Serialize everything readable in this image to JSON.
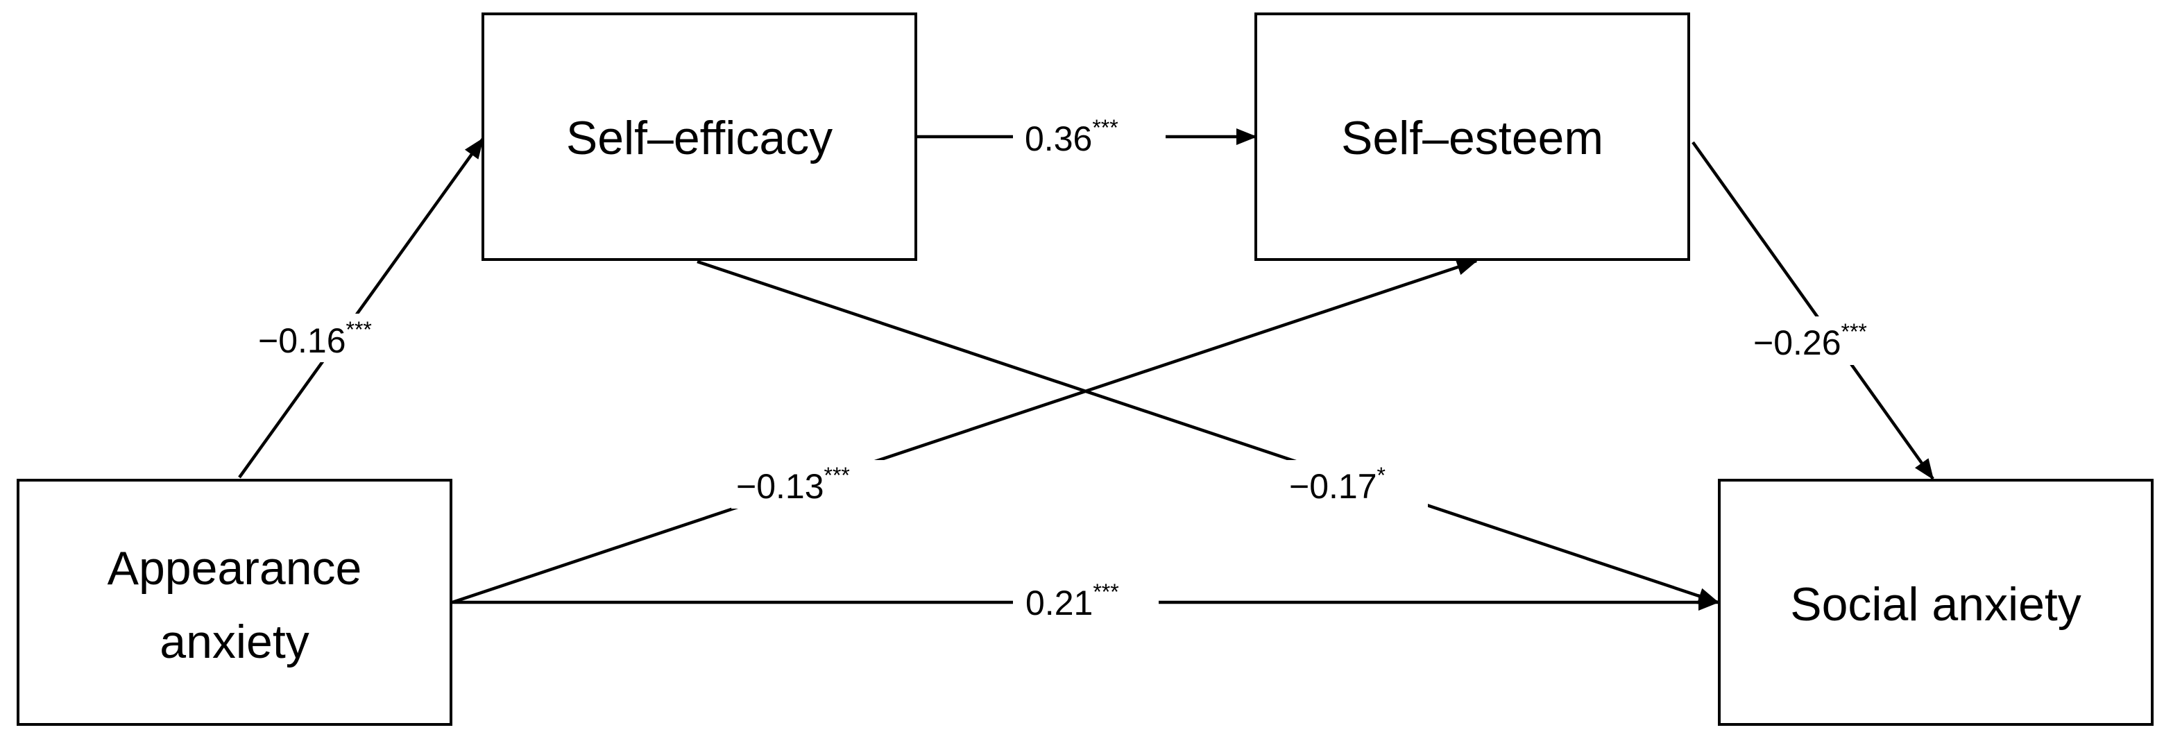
{
  "nodes": {
    "appearance_anxiety": {
      "lines": [
        "Appearance",
        "anxiety"
      ]
    },
    "self_efficacy": {
      "label": "Self–efficacy"
    },
    "self_esteem": {
      "label": "Self–esteem"
    },
    "social_anxiety": {
      "label": "Social anxiety"
    }
  },
  "paths": {
    "appearance_to_efficacy": {
      "coef": "−0.16",
      "sig": "***"
    },
    "efficacy_to_esteem": {
      "coef": "0.36",
      "sig": "***"
    },
    "esteem_to_social": {
      "coef": "−0.26",
      "sig": "***"
    },
    "appearance_to_esteem": {
      "coef": "−0.13",
      "sig": "***"
    },
    "efficacy_to_social": {
      "coef": "−0.17",
      "sig": "*"
    },
    "appearance_to_social": {
      "coef": "0.21",
      "sig": "***"
    }
  },
  "colors": {
    "stroke": "#000000",
    "background": "#ffffff"
  }
}
